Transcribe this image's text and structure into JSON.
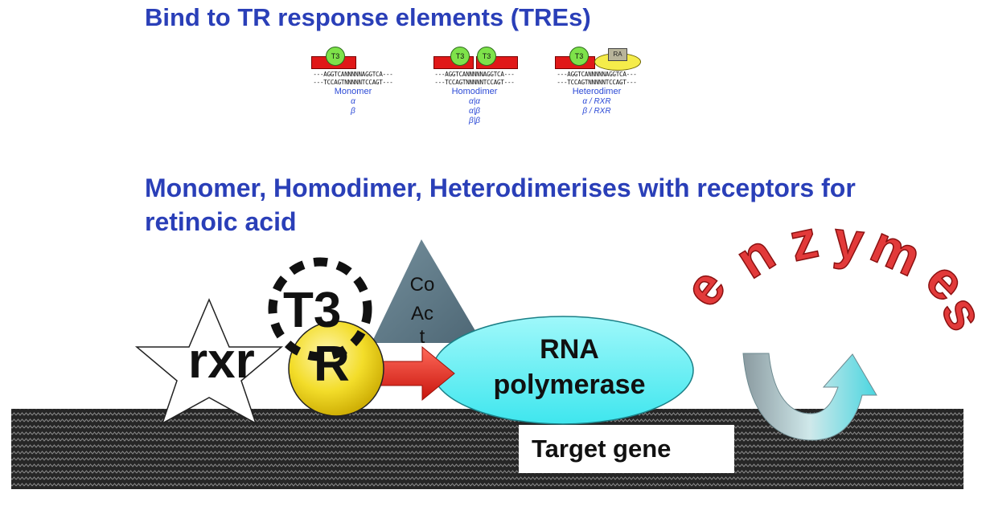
{
  "title": "Bind to TR response elements (TREs)",
  "subtitle": "Monomer, Homodimer, Heterodimerises with receptors for retinoic acid",
  "tre_panels": [
    {
      "seq_top": "---AGGTCANNNNNAGGTCA---",
      "seq_bottom": "---TCCAGTNNNNNTCCAGT---",
      "ball_labels": [
        "T3"
      ],
      "caption": "Monomer",
      "subtypes": [
        "α",
        "β"
      ]
    },
    {
      "seq_top": "---AGGTCANNNNNAGGTCA---",
      "seq_bottom": "---TCCAGTNNNNNTCCAGT---",
      "ball_labels": [
        "T3",
        "T3"
      ],
      "caption": "Homodimer",
      "subtypes": [
        "α|α",
        "α|β",
        "β|β"
      ]
    },
    {
      "seq_top": "---AGGTCANNNNNAGGTCA---",
      "seq_bottom": "---TCCAGTNNNNNTCCAGT---",
      "ball_labels": [
        "T3",
        "RA"
      ],
      "caption": "Heterodimer",
      "subtypes": [
        "α / RXR",
        "β / RXR"
      ]
    }
  ],
  "scene": {
    "rxr_label": "rxr",
    "t3_label": "T3",
    "receptor_label": "R",
    "coact_lines": [
      "Co",
      "Ac",
      "t"
    ],
    "rna_pol_lines": [
      "RNA",
      "polymerase"
    ],
    "target_gene_label": "Target gene",
    "enzymes_letters": [
      "e",
      "n",
      "z",
      "y",
      "m",
      "e",
      "s"
    ]
  },
  "colors": {
    "heading_blue": "#2a3fb8",
    "caption_blue": "#2b49d6",
    "tre_block_red": "#e01818",
    "t3_ball_green": "#7ee24a",
    "ra_ellipse_yellow": "#f5ec4a",
    "receptor_yellow": "#f3dd2a",
    "arrow_red": "#e2231a",
    "coact_gray": "#5f7b8a",
    "rna_pol_cyan": "#5ef0f4",
    "enzymes_red": "#e23a3a",
    "dna_dark": "#2a2a2a"
  }
}
